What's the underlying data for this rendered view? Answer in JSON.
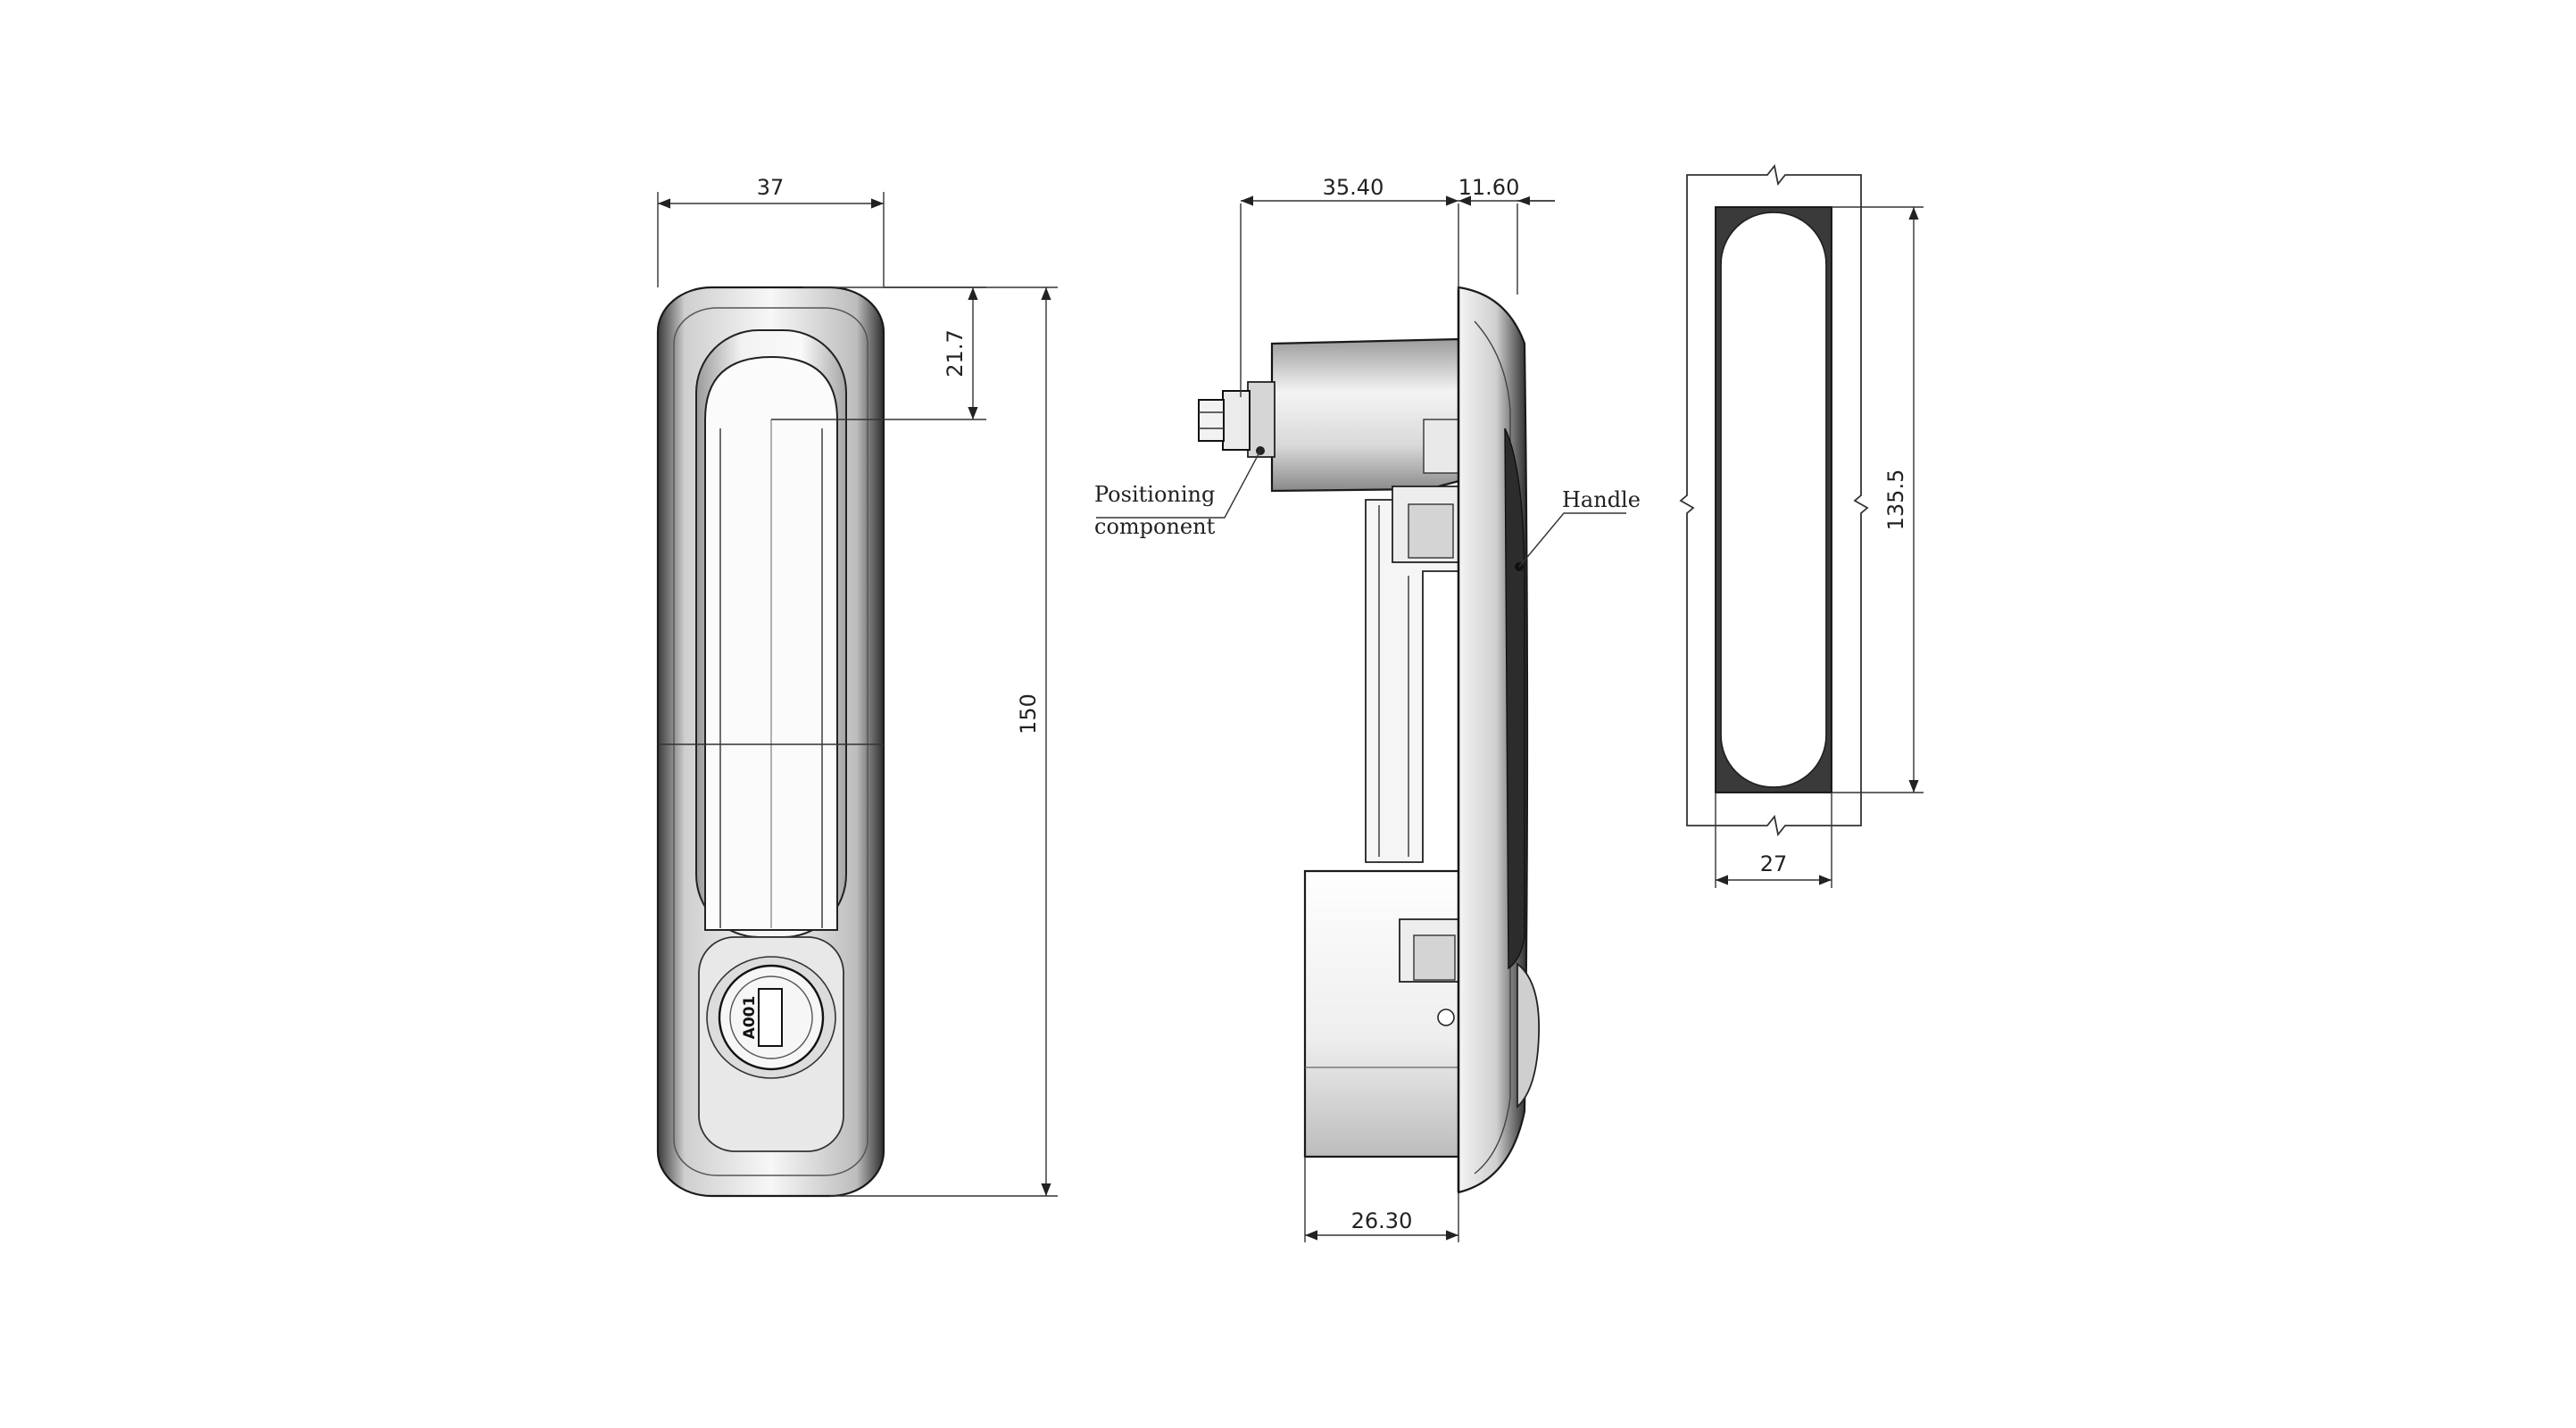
{
  "front_view": {
    "width_dim": "37",
    "height_dim": "150",
    "top_dim": "21.7",
    "key_code": "A001"
  },
  "side_view": {
    "depth_dim": "35.40",
    "handle_depth_dim": "11.60",
    "bottom_dim": "26.30",
    "callout_positioning_line1": "Positioning",
    "callout_positioning_line2": "component",
    "callout_handle": "Handle"
  },
  "cutout_view": {
    "width_dim": "27",
    "height_dim": "135.5"
  },
  "colors": {
    "line": "#1a1a1a",
    "dimension": "#333333",
    "cutout_fill": "#3a3a3a"
  }
}
